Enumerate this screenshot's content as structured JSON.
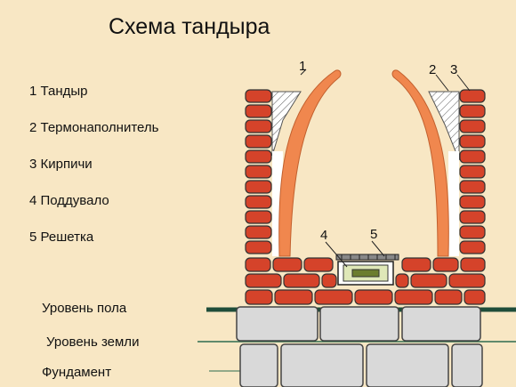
{
  "title": "Схема тандыра",
  "legend": [
    "1 Тандыр",
    "2 Термонаполнитель",
    "3 Кирпичи",
    "4 Поддувало",
    "5 Решетка"
  ],
  "levels": {
    "floor": "Уровень пола",
    "ground": "Уровень земли",
    "foundation": "Фундамент"
  },
  "callouts": {
    "tandoor": "1",
    "filler": "2",
    "bricks": "3",
    "blower": "4",
    "grate": "5"
  },
  "colors": {
    "background": "#f8e7c4",
    "brick": "#d5432a",
    "tandoor": "#f0874e",
    "foundation": "#d9d9d9",
    "floor_line": "#1f4d3a"
  }
}
